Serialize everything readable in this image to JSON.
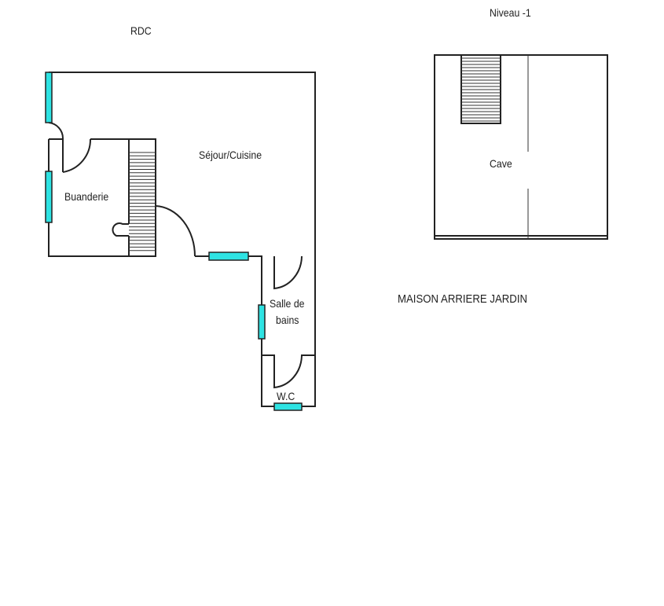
{
  "plans": {
    "rdc": {
      "title": "RDC",
      "rooms": [
        "Séjour/Cuisine",
        "Buanderie",
        "Salle de",
        "bains",
        "W.C"
      ]
    },
    "niveau_moins_1": {
      "title": "Niveau -1",
      "rooms": [
        "Cave"
      ]
    }
  },
  "caption": "MAISON ARRIERE JARDIN",
  "colors": {
    "window": "#2ee3e3",
    "wall": "#222222"
  }
}
